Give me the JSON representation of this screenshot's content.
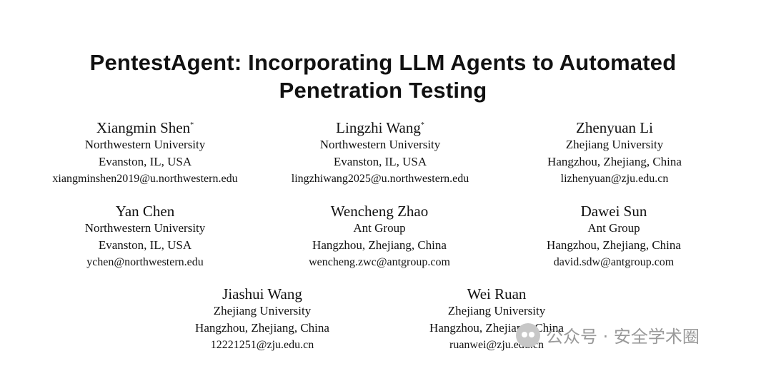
{
  "title_lines": [
    "PentestAgent: Incorporating LLM Agents to Automated",
    "Penetration Testing"
  ],
  "authors": [
    {
      "name": "Xiangmin Shen",
      "mark": "*",
      "affiliation": "Northwestern University",
      "location": "Evanston, IL, USA",
      "email": "xiangminshen2019@u.northwestern.edu"
    },
    {
      "name": "Lingzhi Wang",
      "mark": "*",
      "affiliation": "Northwestern University",
      "location": "Evanston, IL, USA",
      "email": "lingzhiwang2025@u.northwestern.edu"
    },
    {
      "name": "Zhenyuan Li",
      "mark": "",
      "affiliation": "Zhejiang University",
      "location": "Hangzhou, Zhejiang, China",
      "email": "lizhenyuan@zju.edu.cn"
    },
    {
      "name": "Yan Chen",
      "mark": "",
      "affiliation": "Northwestern University",
      "location": "Evanston, IL, USA",
      "email": "ychen@northwestern.edu"
    },
    {
      "name": "Wencheng Zhao",
      "mark": "",
      "affiliation": "Ant Group",
      "location": "Hangzhou, Zhejiang, China",
      "email": "wencheng.zwc@antgroup.com"
    },
    {
      "name": "Dawei Sun",
      "mark": "",
      "affiliation": "Ant Group",
      "location": "Hangzhou, Zhejiang, China",
      "email": "david.sdw@antgroup.com"
    },
    {
      "name": "Jiashui Wang",
      "mark": "",
      "affiliation": "Zhejiang University",
      "location": "Hangzhou, Zhejiang, China",
      "email": "12221251@zju.edu.cn"
    },
    {
      "name": "Wei Ruan",
      "mark": "",
      "affiliation": "Zhejiang University",
      "location": "Hangzhou, Zhejiang, China",
      "email": "ruanwei@zju.edu.cn"
    }
  ],
  "watermark": {
    "icon": "wechat-icon",
    "text": "公众号 · 安全学术圈"
  }
}
